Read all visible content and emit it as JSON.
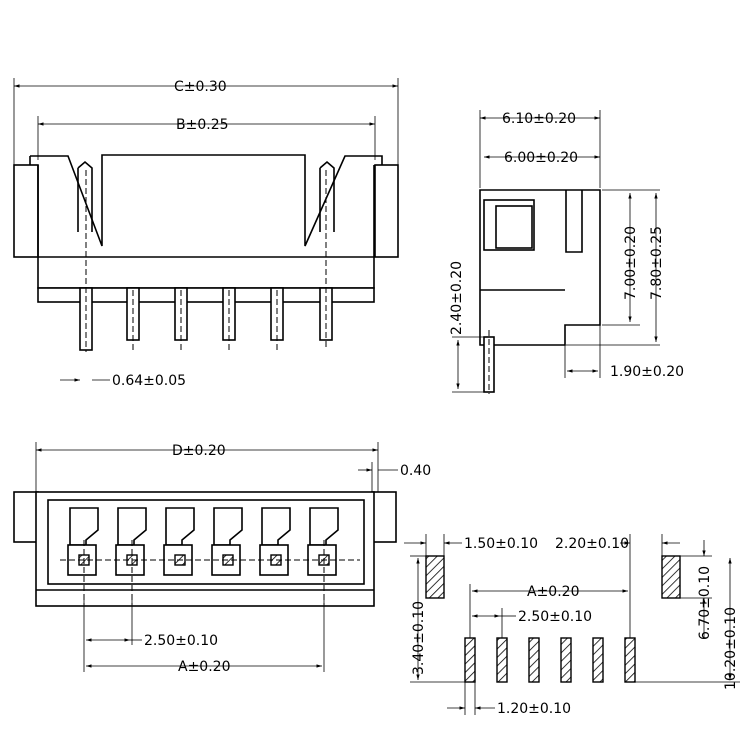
{
  "dimensions": {
    "front_c": "C±0.30",
    "front_b": "B±0.25",
    "front_pin_width": "0.64±0.05",
    "side_610": "6.10±0.20",
    "side_600": "6.00±0.20",
    "side_700": "7.00±0.20",
    "side_780": "7.80±0.25",
    "side_240": "2.40±0.20",
    "side_190": "1.90±0.20",
    "top_d": "D±0.20",
    "top_040": "0.40",
    "top_pitch": "2.50±0.10",
    "top_a": "A±0.20",
    "pcb_150": "1.50±0.10",
    "pcb_220": "2.20±0.10",
    "pcb_a": "A±0.20",
    "pcb_pitch": "2.50±0.10",
    "pcb_670": "6.70±0.10",
    "pcb_1020": "10.20±0.10",
    "pcb_340": "3.40±0.10",
    "pcb_120": "1.20±0.10"
  }
}
